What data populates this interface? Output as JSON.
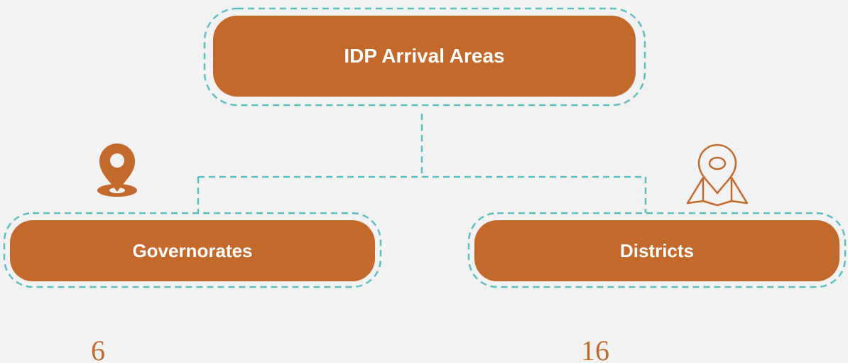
{
  "colors": {
    "background": "#f2f2f2",
    "node_fill": "#c2692b",
    "node_text": "#ffffff",
    "dashed_outline": "#5bbfc4",
    "value_text": "#c2692b"
  },
  "diagram": {
    "root": {
      "label": "IDP Arrival Areas"
    },
    "children": [
      {
        "label": "Governorates",
        "value": "6",
        "icon": "location-pin-icon"
      },
      {
        "label": "Districts",
        "value": "16",
        "icon": "map-location-icon"
      }
    ]
  }
}
